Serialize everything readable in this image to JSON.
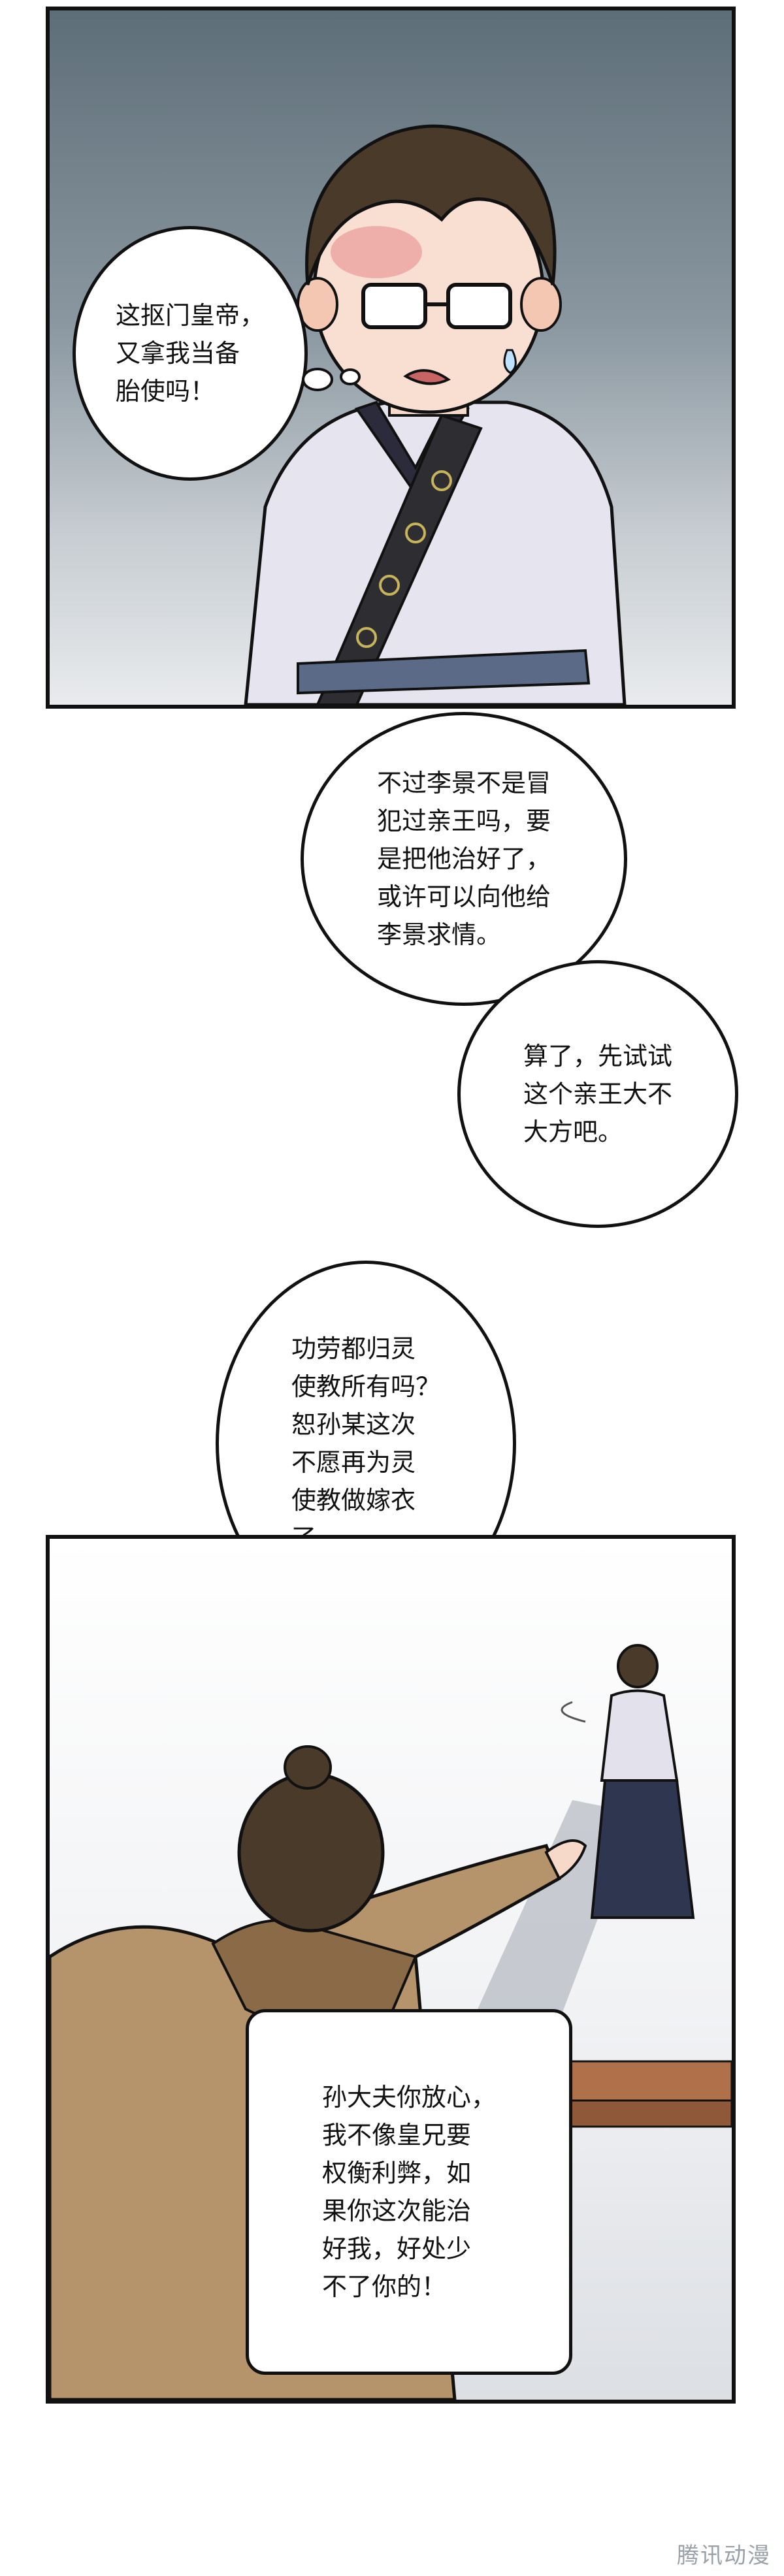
{
  "panels": [
    {
      "id": "panel-1",
      "speech": "这抠门皇帝，\n又拿我当备\n胎使吗！"
    },
    {
      "id": "panel-2",
      "speech": "孙大夫你放心，\n我不像皇兄要\n权衡利弊，如\n果你这次能治\n好我，好处少\n不了你的！"
    }
  ],
  "between": [
    {
      "speech": "不过李景不是冒\n犯过亲王吗，要\n是把他治好了，\n或许可以向他给\n李景求情。"
    },
    {
      "speech": "算了，先试试\n这个亲王大不\n大方吧。"
    },
    {
      "speech": "功劳都归灵\n使教所有吗？\n恕孙某这次\n不愿再为灵\n使教做嫁衣\n了。"
    }
  ],
  "watermark": "腾讯动漫",
  "colors": {
    "ink": "#111111",
    "robe_white": "#e6e4ef",
    "robe_brown": "#b5936b",
    "hair": "#4a3a2a"
  }
}
